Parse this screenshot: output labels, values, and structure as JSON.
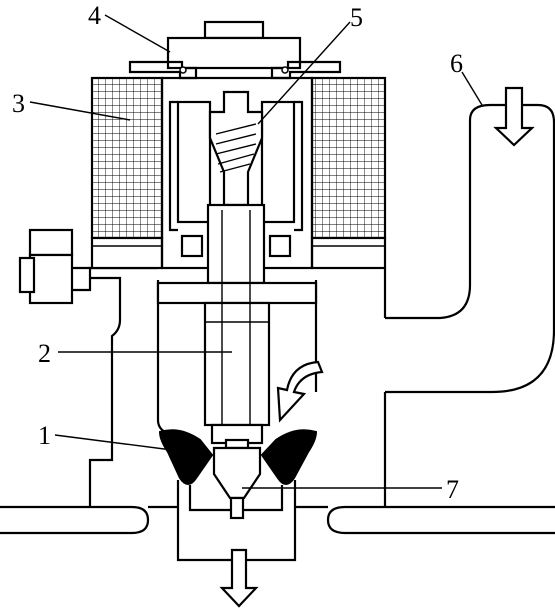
{
  "colors": {
    "line": "#000000",
    "background": "#ffffff",
    "fill": "#000000"
  },
  "labels": {
    "l1": "1",
    "l2": "2",
    "l3": "3",
    "l4": "4",
    "l5": "5",
    "l6": "6",
    "l7": "7"
  }
}
